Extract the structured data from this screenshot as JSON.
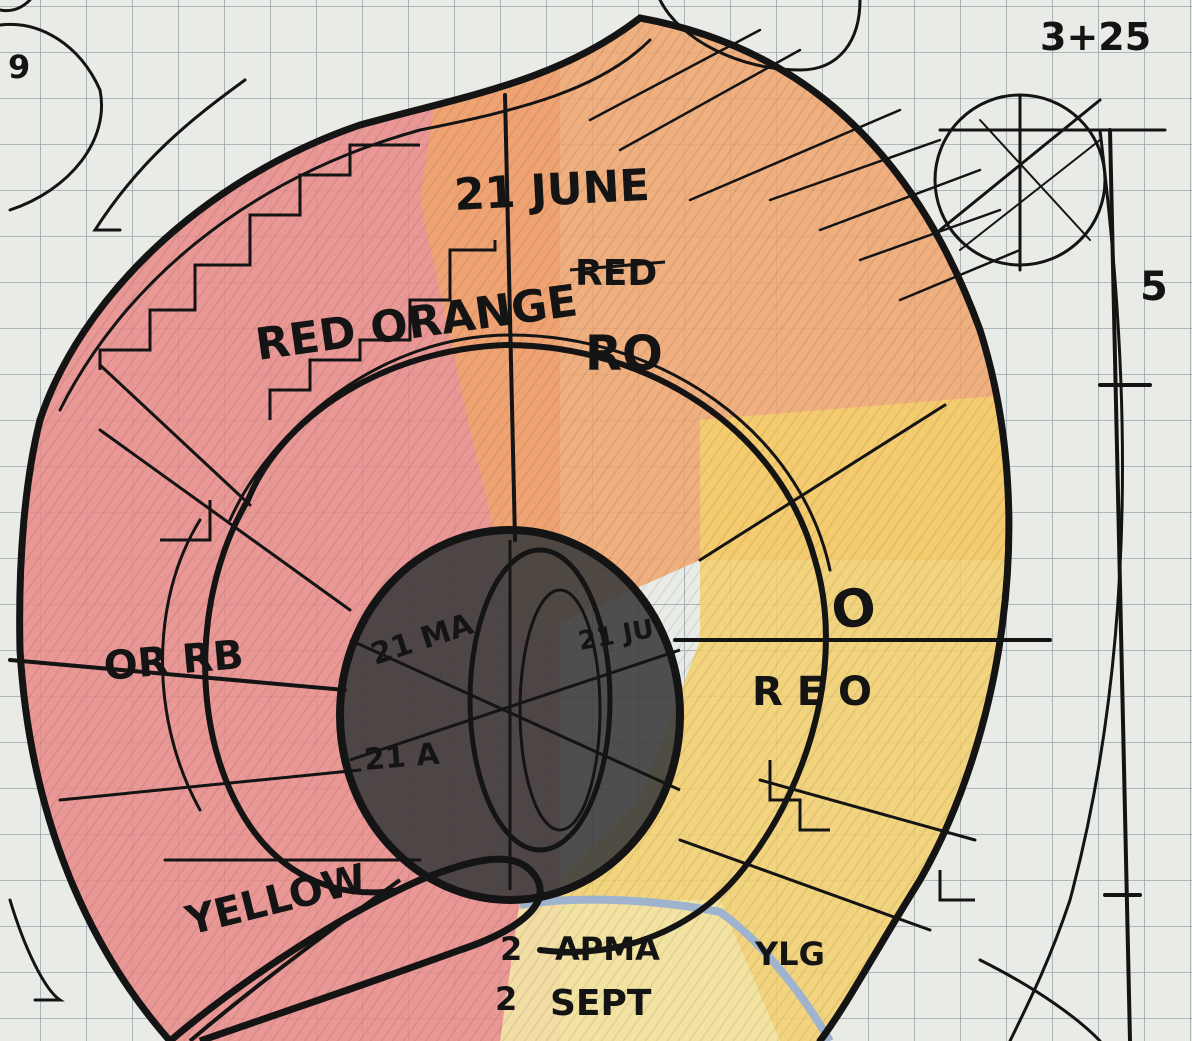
{
  "labels": {
    "june": "21 JUNE",
    "red_struck": "RED",
    "red_orange": "RED ORANGE",
    "ro": "RO",
    "orange": "O",
    "red_right": "R E O",
    "or_rb": "OR RB",
    "yellow": "YELLOW",
    "inner_ma": "21 MA",
    "inner_ju": "21 JU",
    "inner_a": "21 A",
    "apma": "APMA",
    "sept": "SEPT",
    "ylg": "YLG",
    "two_top": "2",
    "two_bottom": "2",
    "ratio": "3+25",
    "five": "5",
    "nine": "9"
  },
  "colors": {
    "paper": "#e9ebe6",
    "grid": "#9aa6ad",
    "ink": "#141414",
    "red": "#e98a86",
    "orange": "#f1a46c",
    "yellow": "#f5d06b",
    "pale_yellow": "#f3e4a6",
    "core": "#3d3d3d",
    "blue": "#9fb3cf"
  }
}
